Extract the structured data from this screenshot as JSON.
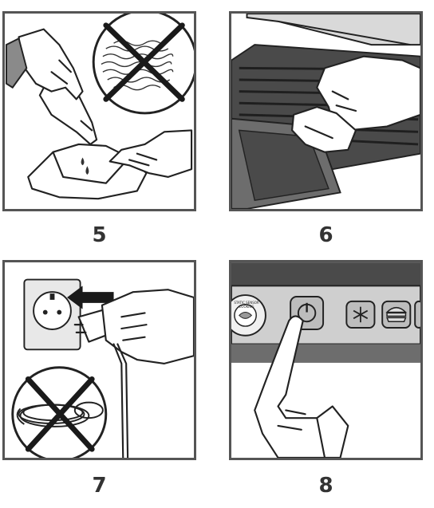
{
  "steps": [
    {
      "number": "5"
    },
    {
      "number": "6"
    },
    {
      "number": "7"
    },
    {
      "number": "8"
    }
  ],
  "panel8": {
    "sensor_label": "STATIC SENSOR COOKING"
  },
  "colors": {
    "frame": "#555555",
    "line": "#222222",
    "grill_dark": "#4a4a4a",
    "grill_mid": "#6d6d6d",
    "panel_light": "#cfcfcf",
    "cross": "#1a1a1a"
  }
}
